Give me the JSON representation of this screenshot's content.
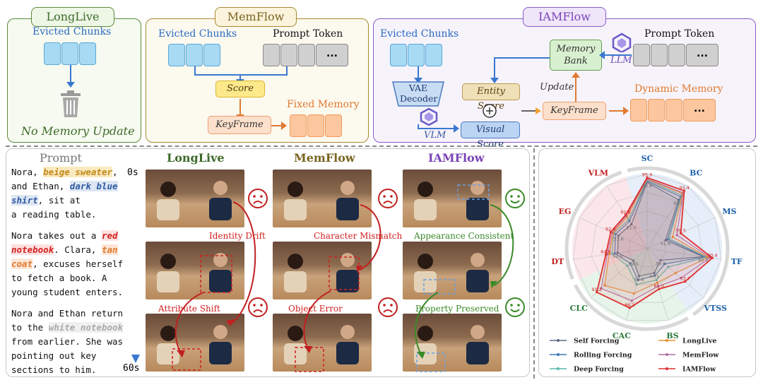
{
  "top": {
    "longlive": {
      "title": "LongLive",
      "evicted": "Evicted Chunks",
      "no_update": "No Memory Update"
    },
    "memflow": {
      "title": "MemFlow",
      "evicted": "Evicted Chunks",
      "prompt_token": "Prompt Token",
      "dots": "...",
      "score": "Score",
      "keyframe": "KeyFrame",
      "fixed_memory": "Fixed Memory"
    },
    "iamflow": {
      "title": "IAMFlow",
      "evicted": "Evicted Chunks",
      "prompt_token": "Prompt Token",
      "dots": "...",
      "vae_decoder": "VAE Decoder",
      "vlm": "VLM",
      "llm": "LLM",
      "memory_bank": "Memory Bank",
      "entity_score": "Entity Score",
      "visual_score": "Visual Score",
      "plus": "+",
      "update": "Update",
      "keyframe": "KeyFrame",
      "dynamic_memory": "Dynamic Memory"
    }
  },
  "prompt": {
    "title": "Prompt",
    "t_start": "0s",
    "t_end": "60s",
    "p1": {
      "a": "Nora, ",
      "b": "beige sweater",
      "c": ",",
      "d": "and Ethan, ",
      "e": "dark blue",
      "f": "shirt",
      ",g": "",
      "g": ", sit at",
      "h": "a reading table."
    },
    "p2": {
      "a": "Nora takes out a ",
      "b": "red",
      "c": "notebook",
      "d": ". Clara, ",
      "e": "tan",
      "f": "coat",
      "g": ", excuses herself",
      "h": "to fetch a book. A",
      "i": "young student enters."
    },
    "p3": {
      "a": "Nora and Ethan return",
      "b": "to the ",
      "c": "white notebook",
      "d": "from earlier. She was",
      "e": "pointing out key",
      "f": "sections to him."
    }
  },
  "columns": {
    "longlive": "LongLive",
    "memflow": "MemFlow",
    "iamflow": "IAMFlow"
  },
  "annotations": {
    "identity_drift": "Identity Drift",
    "attribute_shift": "Attribute Shift",
    "character_mismatch": "Character Mismatch",
    "object_error": "Object Error",
    "appearance_consistent": "Appearance Consistent",
    "property_preserved": "Property Preserved"
  },
  "colors": {
    "longlive": "#3d6b2a",
    "memflow": "#7a6520",
    "iamflow": "#7a44b8",
    "red": "#d02020",
    "green": "#3a8a28",
    "orange": "#e07a30",
    "blue": "#3a6fc0"
  },
  "chart_data": {
    "type": "radar",
    "axes": [
      "SC",
      "BC",
      "MS",
      "TF",
      "VTSS",
      "BS",
      "CAC",
      "CLC",
      "DT",
      "EG",
      "VLM"
    ],
    "axis_colors": {
      "SC": "#1a5fa8",
      "BC": "#1a5fa8",
      "MS": "#1a5fa8",
      "TF": "#1a5fa8",
      "VTSS": "#1a5fa8",
      "BS": "#2a7a3a",
      "CAC": "#2a7a3a",
      "CLC": "#2a7a3a",
      "DT": "#c02020",
      "EG": "#c02020",
      "VLM": "#c02020"
    },
    "series": [
      {
        "name": "Self Forcing",
        "color": "#5a6a8a",
        "values": [
          90.8,
          82.0,
          41.6,
          80.5,
          39.0,
          47.1,
          50.6,
          39.5,
          52.0,
          53.6,
          51.0
        ]
      },
      {
        "name": "Rolling Forcing",
        "color": "#3a78b8",
        "values": [
          92.0,
          86.0,
          44.0,
          82.0,
          45.0,
          50.0,
          55.0,
          44.0,
          55.0,
          57.0,
          55.0
        ]
      },
      {
        "name": "Deep Forcing",
        "color": "#5ab8b0",
        "values": [
          93.0,
          88.0,
          46.0,
          84.0,
          50.0,
          55.0,
          60.0,
          48.0,
          58.0,
          59.0,
          57.0
        ]
      },
      {
        "name": "LongLive",
        "color": "#e89030",
        "values": [
          94.0,
          90.0,
          50.0,
          86.0,
          60.0,
          58.0,
          70.0,
          80.0,
          61.0,
          60.0,
          60.0
        ]
      },
      {
        "name": "MemFlow",
        "color": "#b070a0",
        "values": [
          94.5,
          91.0,
          55.0,
          88.0,
          68.0,
          62.0,
          78.0,
          85.0,
          63.0,
          61.0,
          61.5
        ]
      },
      {
        "name": "IAMFlow",
        "color": "#e03030",
        "values": [
          95.9,
          93.4,
          59.5,
          90.4,
          73.7,
          65.0,
          86.1,
          91.2,
          64.6,
          62.8,
          62.6
        ]
      }
    ],
    "value_labels": {
      "sc": "95.9",
      "sc2": "90.8",
      "bc": "93.4",
      "bc2": "82.0",
      "ms": "59.5",
      "ms2": "41.6",
      "tf": "90.4",
      "tf2": "80.5",
      "vtss": "73.7",
      "vtss2": "39.0",
      "bs": "65.0",
      "bs2": "47.1",
      "cac": "86.1",
      "cac2": "50.6",
      "clc": "91.2",
      "clc2": "39.5",
      "dt": "64.6",
      "dt2": "52.0",
      "eg": "62.8",
      "eg2": "53.6",
      "vlm": "62.6",
      "vlm2": "51.0"
    }
  }
}
